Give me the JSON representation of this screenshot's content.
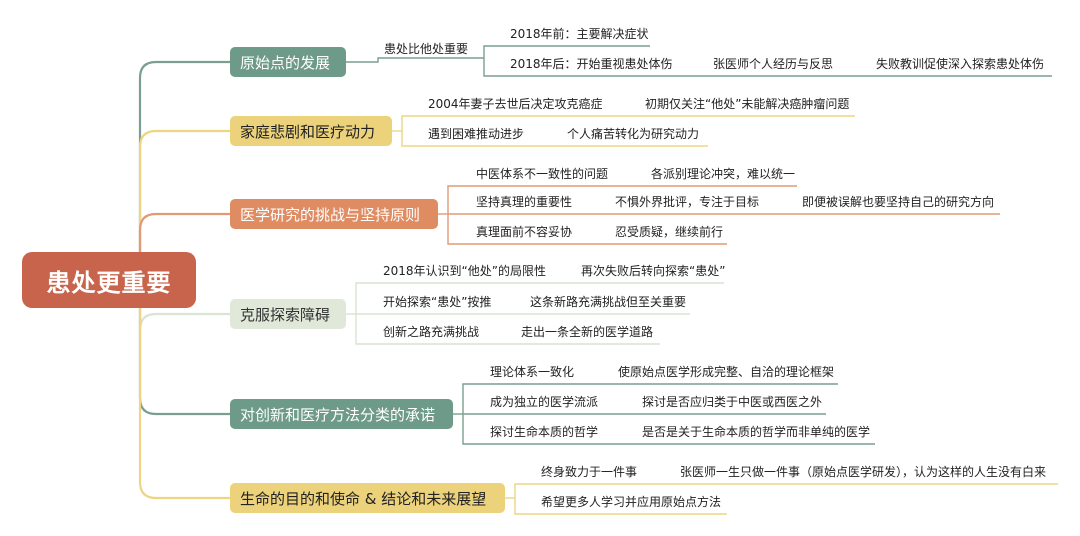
{
  "root": "患处更重要",
  "branches": [
    {
      "label": "原始点的发展",
      "sub": "患处比他处重要",
      "rows": [
        [
          "2018年前：主要解决症状"
        ],
        [
          "2018年后：开始重视患处体伤",
          "张医师个人经历与反思",
          "失败教训促使深入探索患处体伤"
        ]
      ]
    },
    {
      "label": "家庭悲剧和医疗动力",
      "rows": [
        [
          "2004年妻子去世后决定攻克癌症",
          "初期仅关注“他处”未能解决癌肿瘤问题"
        ],
        [
          "遇到困难推动进步",
          "个人痛苦转化为研究动力"
        ]
      ]
    },
    {
      "label": "医学研究的挑战与坚持原则",
      "rows": [
        [
          "中医体系不一致性的问题",
          "各派别理论冲突，难以统一"
        ],
        [
          "坚持真理的重要性",
          "不惧外界批评，专注于目标",
          "即便被误解也要坚持自己的研究方向"
        ],
        [
          "真理面前不容妥协",
          "忍受质疑，继续前行"
        ]
      ]
    },
    {
      "label": "克服探索障碍",
      "rows": [
        [
          "2018年认识到“他处”的局限性",
          "再次失败后转向探索“患处”"
        ],
        [
          "开始探索“患处”按推",
          "这条新路充满挑战但至关重要"
        ],
        [
          "创新之路充满挑战",
          "走出一条全新的医学道路"
        ]
      ]
    },
    {
      "label": "对创新和医疗方法分类的承诺",
      "rows": [
        [
          "理论体系一致化",
          "使原始点医学形成完整、自洽的理论框架"
        ],
        [
          "成为独立的医学流派",
          "探讨是否应归类于中医或西医之外"
        ],
        [
          "探讨生命本质的哲学",
          "是否是关于生命本质的哲学而非单纯的医学"
        ]
      ]
    },
    {
      "label": "生命的目的和使命 & 结论和未来展望",
      "rows": [
        [
          "终身致力于一件事",
          "张医师一生只做一件事（原始点医学研发），认为这样的人生没有白来"
        ],
        [
          "希望更多人学习并应用原始点方法"
        ]
      ]
    }
  ],
  "colors": {
    "root": "#c8644c",
    "green": "#6e9a8a",
    "yellow": "#ecd27b",
    "orange": "#df8c63",
    "light": "#dfe8d9",
    "green_line": "#7a9f8f",
    "yellow_line": "#edd584",
    "orange_line": "#e19a75",
    "light_line": "#d9e4d3"
  }
}
